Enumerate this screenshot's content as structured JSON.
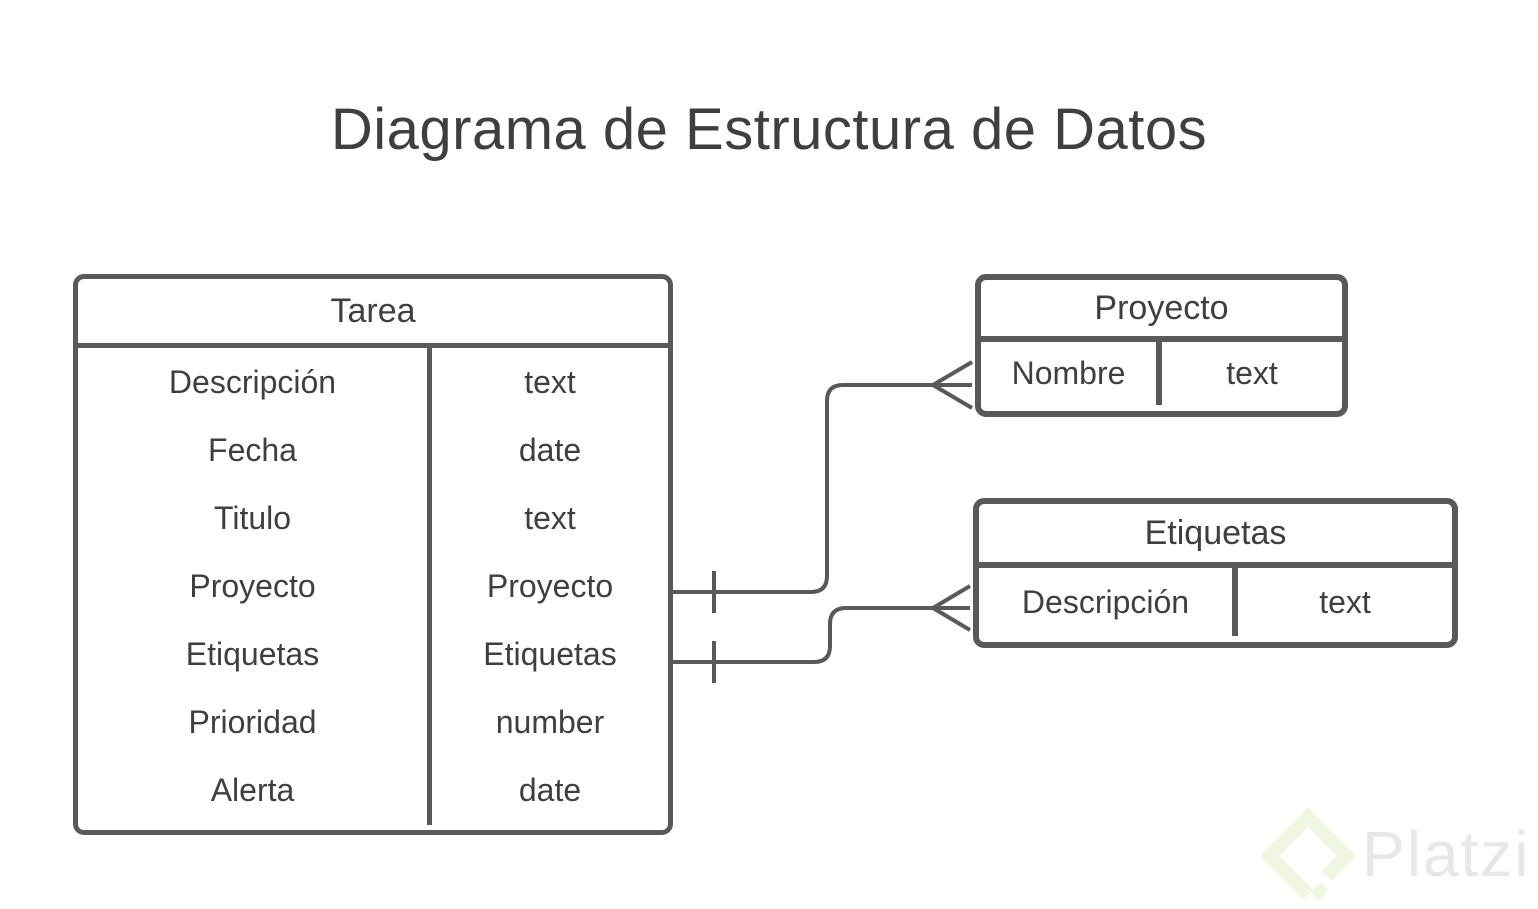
{
  "title": "Diagrama de Estructura de Datos",
  "colors": {
    "stroke": "#595959",
    "text": "#3f3f3f",
    "background": "#ffffff",
    "wm_logo": "#eff6e2",
    "wm_text": "#e7e7e7"
  },
  "entities": {
    "tarea": {
      "name": "Tarea",
      "fields": [
        {
          "name": "Descripción",
          "type": "text"
        },
        {
          "name": "Fecha",
          "type": "date"
        },
        {
          "name": "Titulo",
          "type": "text"
        },
        {
          "name": "Proyecto",
          "type": "Proyecto"
        },
        {
          "name": "Etiquetas",
          "type": "Etiquetas"
        },
        {
          "name": "Prioridad",
          "type": "number"
        },
        {
          "name": "Alerta",
          "type": "date"
        }
      ]
    },
    "proyecto": {
      "name": "Proyecto",
      "fields": [
        {
          "name": "Nombre",
          "type": "text"
        }
      ]
    },
    "etiquetas": {
      "name": "Etiquetas",
      "fields": [
        {
          "name": "Descripción",
          "type": "text"
        }
      ]
    }
  },
  "relationships": [
    {
      "from": "Tarea.Proyecto",
      "to": "Proyecto",
      "from_cardinality": "one",
      "to_cardinality": "many"
    },
    {
      "from": "Tarea.Etiquetas",
      "to": "Etiquetas",
      "from_cardinality": "one",
      "to_cardinality": "many"
    }
  ],
  "watermark": {
    "brand": "Platzi"
  }
}
